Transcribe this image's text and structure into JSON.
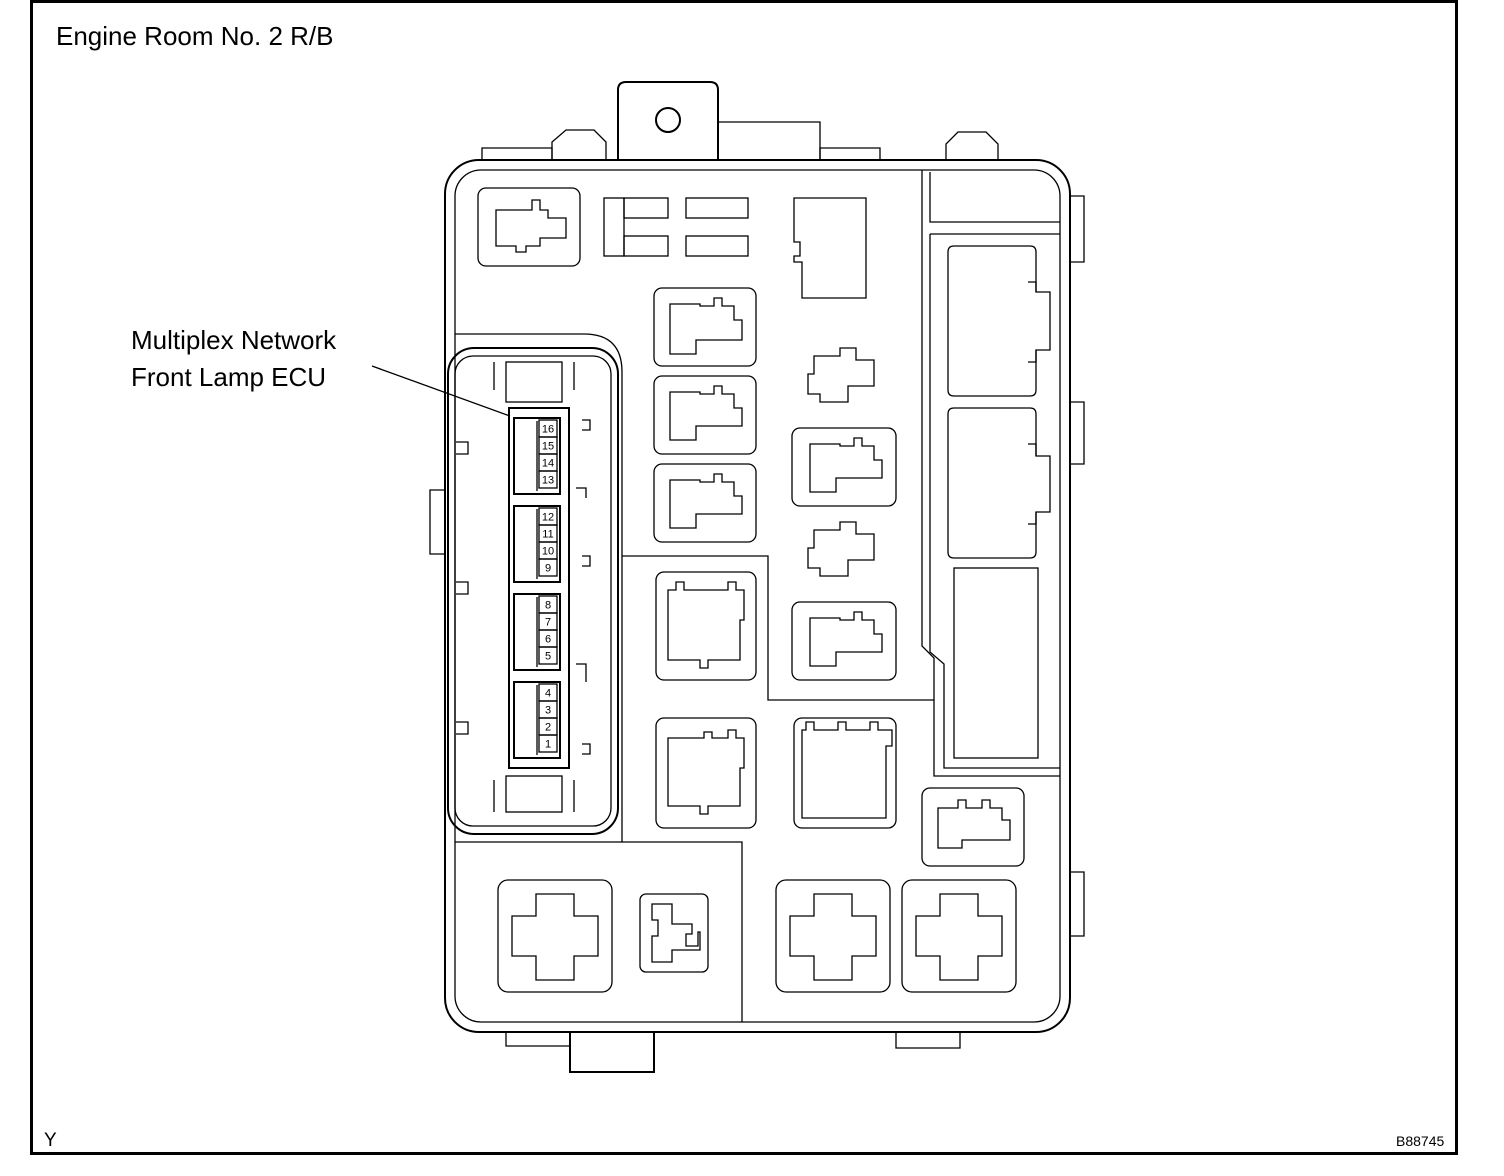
{
  "title": "Engine Room No. 2 R/B",
  "callout": {
    "line1": "Multiplex Network",
    "line2": "Front Lamp ECU"
  },
  "connector_pins": [
    "16",
    "15",
    "14",
    "13",
    "12",
    "11",
    "10",
    "9",
    "8",
    "7",
    "6",
    "5",
    "4",
    "3",
    "2",
    "1"
  ],
  "view_letter": "Y",
  "figure_code": "B88745"
}
